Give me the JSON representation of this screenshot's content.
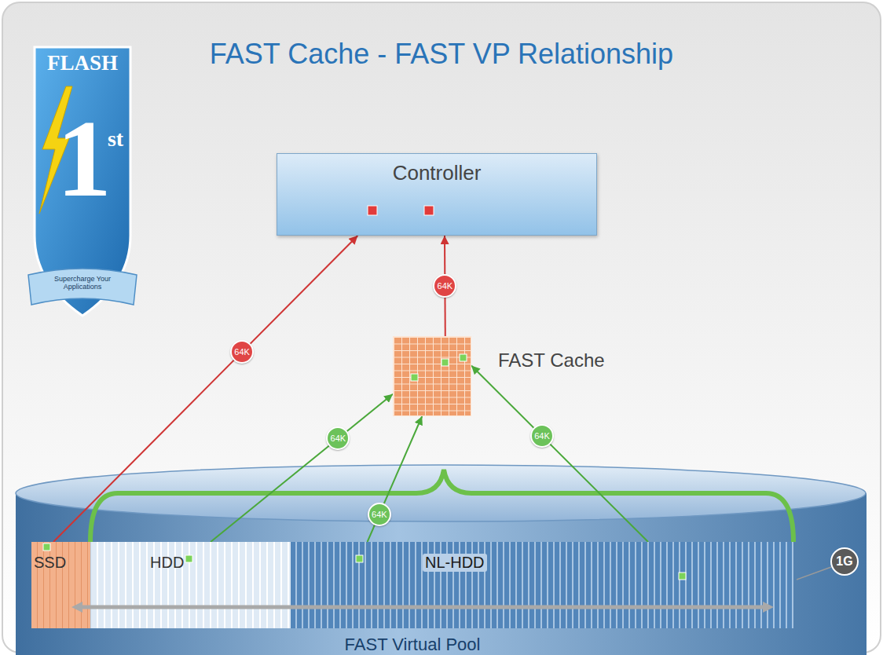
{
  "diagram": {
    "title": "FAST Cache - FAST VP Relationship",
    "nodes": [
      {
        "text": [
          "Controller"
        ]
      },
      {
        "text": [
          "FAST Cache"
        ]
      },
      {
        "text": [
          "FAST Virtual Pool"
        ]
      },
      {
        "text": [
          "SSD"
        ],
        "in": 2
      },
      {
        "text": [
          "HDD"
        ],
        "in": 2
      },
      {
        "text": [
          "NL-HDD"
        ],
        "in": 2
      }
    ],
    "edges": [
      {
        "from": 3,
        "to": 0,
        "arrow": "to",
        "label": "64K"
      },
      {
        "from": 1,
        "to": 0,
        "arrow": "to",
        "label": "64K"
      },
      {
        "from": 4,
        "to": 1,
        "arrow": "to",
        "label": "64K"
      },
      {
        "from": 5,
        "to": 1,
        "arrow": "to",
        "label": "64K"
      },
      {
        "from": 5,
        "to": 1,
        "arrow": "to",
        "label": "64K"
      }
    ],
    "labels": [
      "FLASH",
      "1",
      "st",
      "Supercharge Your Applications",
      "1G"
    ]
  }
}
